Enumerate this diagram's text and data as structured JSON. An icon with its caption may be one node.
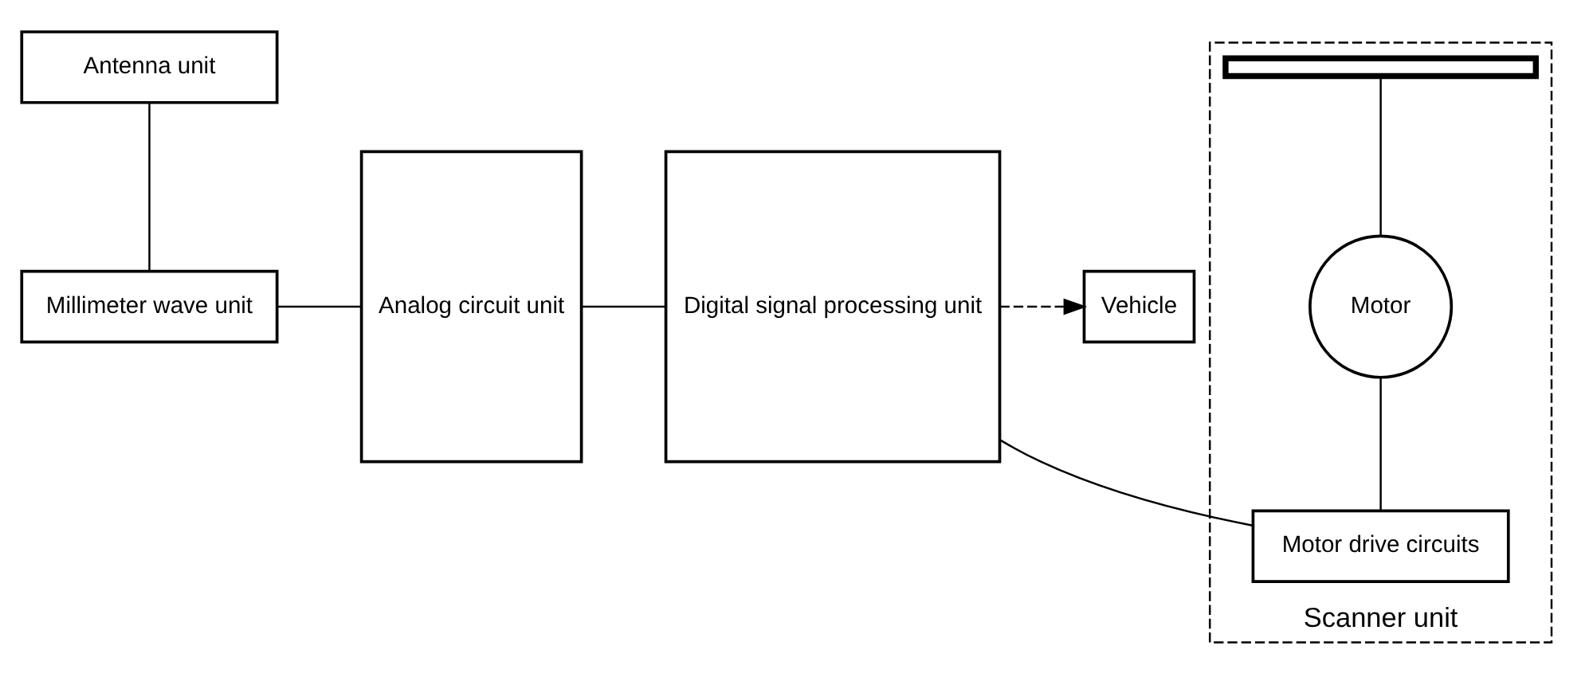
{
  "diagram": {
    "nodes": [
      {
        "text": [
          "Antenna unit"
        ]
      },
      {
        "text": [
          "Millimeter wave unit"
        ]
      },
      {
        "text": [
          "Scanner unit"
        ]
      },
      {
        "text": [],
        "shape": "bar",
        "in": 2
      },
      {
        "text": [
          "Motor"
        ],
        "in": 2
      },
      {
        "text": [
          "Motor drive circuits"
        ],
        "in": 2
      },
      {
        "text": [
          "Analog circuit unit"
        ]
      },
      {
        "text": [
          "Digital signal processing unit"
        ]
      },
      {
        "text": [
          "Vehicle"
        ]
      }
    ],
    "edges": [
      {
        "from": 0,
        "to": 1,
        "arrow": "none"
      },
      {
        "from": 3,
        "to": 4,
        "arrow": "none"
      },
      {
        "from": 4,
        "to": 5,
        "arrow": "none"
      },
      {
        "from": 1,
        "to": 6,
        "arrow": "none"
      },
      {
        "from": 6,
        "to": 7,
        "arrow": "none"
      },
      {
        "from": 7,
        "to": 8,
        "arrow": "to",
        "style": "dashed"
      },
      {
        "from": 5,
        "to": 7,
        "arrow": "none"
      }
    ]
  }
}
